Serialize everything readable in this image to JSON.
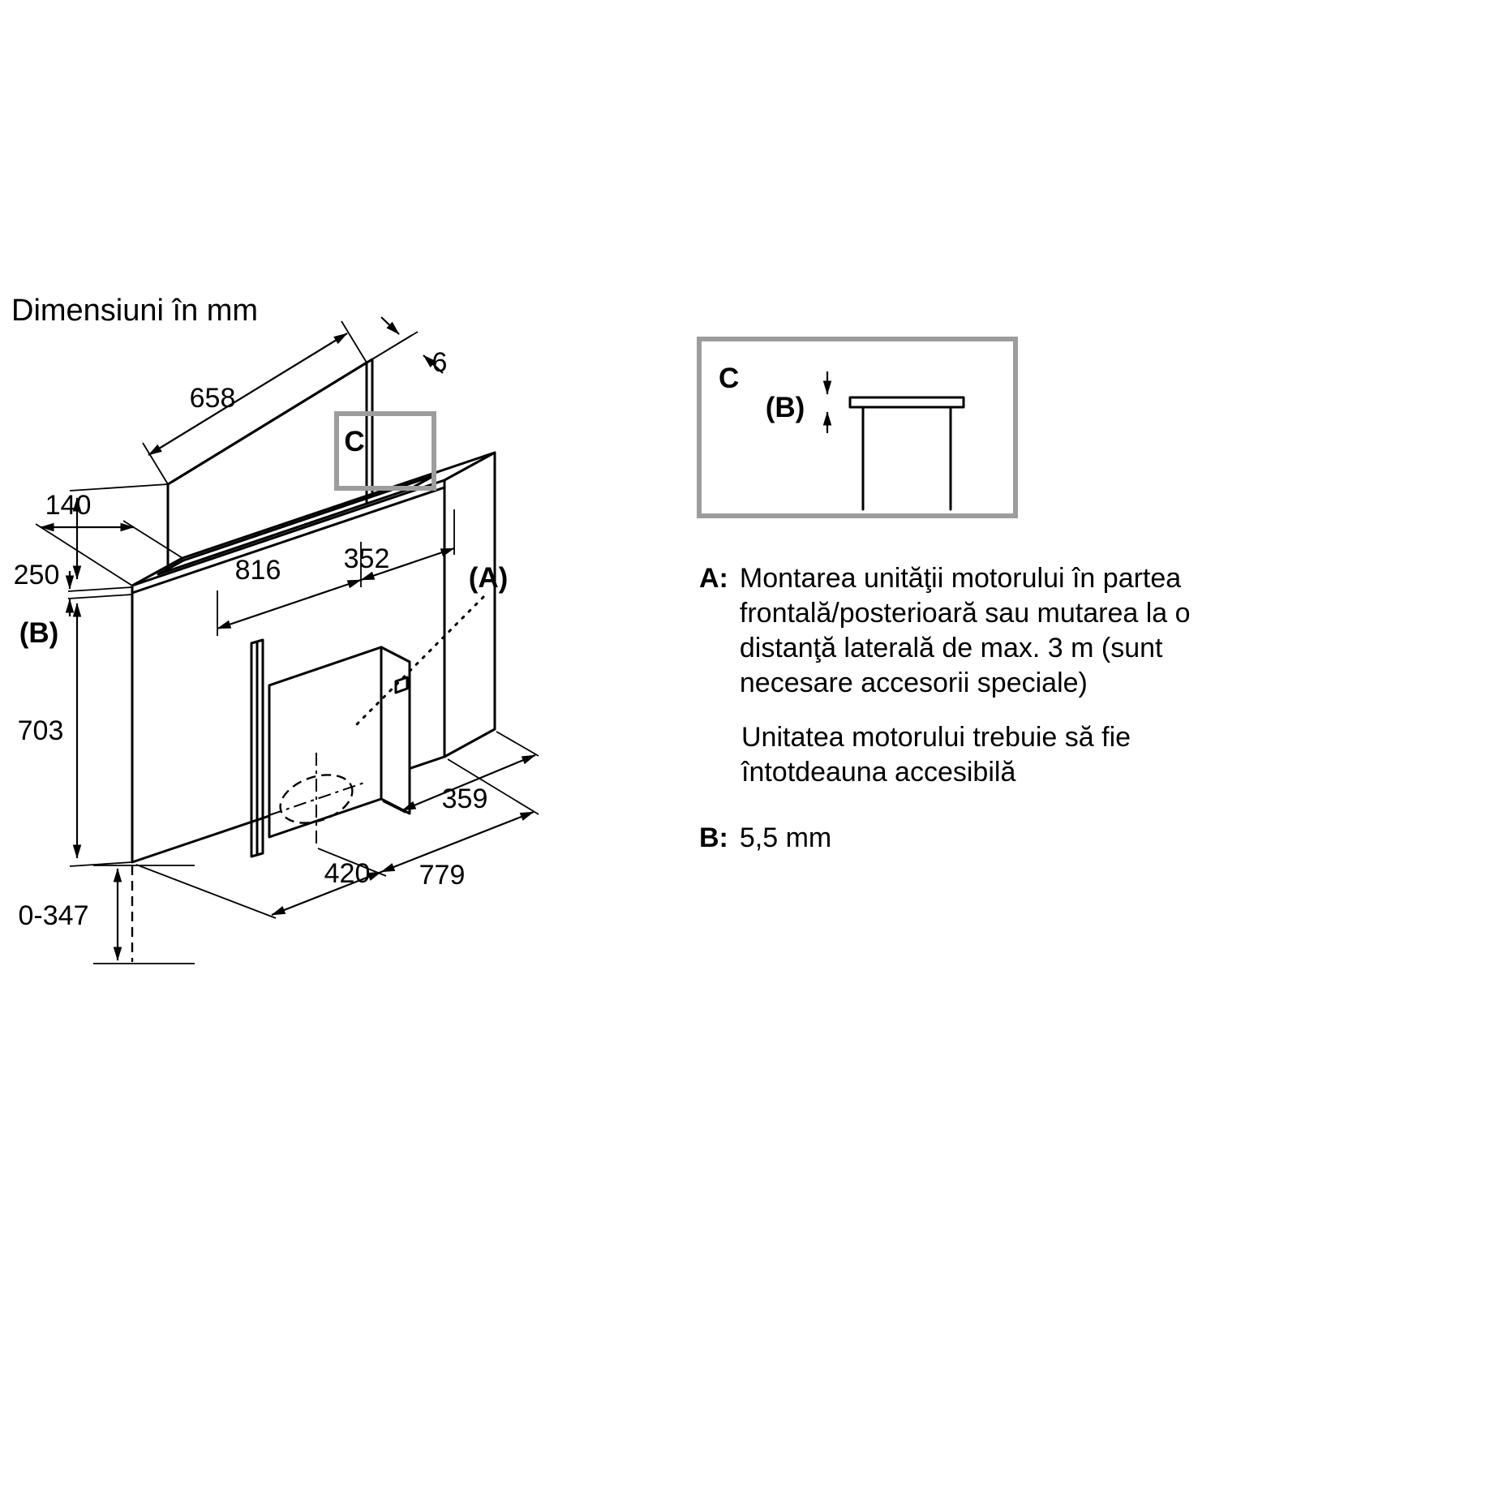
{
  "title": "Dimensiuni în mm",
  "drawing": {
    "dim_panel_width": "658",
    "dim_panel_thickness": "6",
    "dim_top_depth": "140",
    "dim_panel_height": "250",
    "ref_b": "(B)",
    "dim_body_height": "703",
    "dim_cutout_width": "816",
    "dim_motor_offset": "352",
    "ref_a": "(A)",
    "dim_motor_right": "359",
    "dim_duct_left": "420",
    "dim_total": "779",
    "dim_plinth_range": "0-347",
    "detail_ref": "C"
  },
  "detail": {
    "label": "C",
    "ref_b": "(B)"
  },
  "notes": {
    "a_label": "A:",
    "a_paragraph1": "Montarea unităţii motorului în partea\nfrontală/posterioară sau mutarea la o\ndistanţă laterală de max. 3 m (sunt\nnecesare accesorii speciale)",
    "a_paragraph2": "Unitatea motorului trebuie să fie\nîntotdeauna accesibilă",
    "b_label": "B:",
    "b_value": "5,5 mm"
  }
}
